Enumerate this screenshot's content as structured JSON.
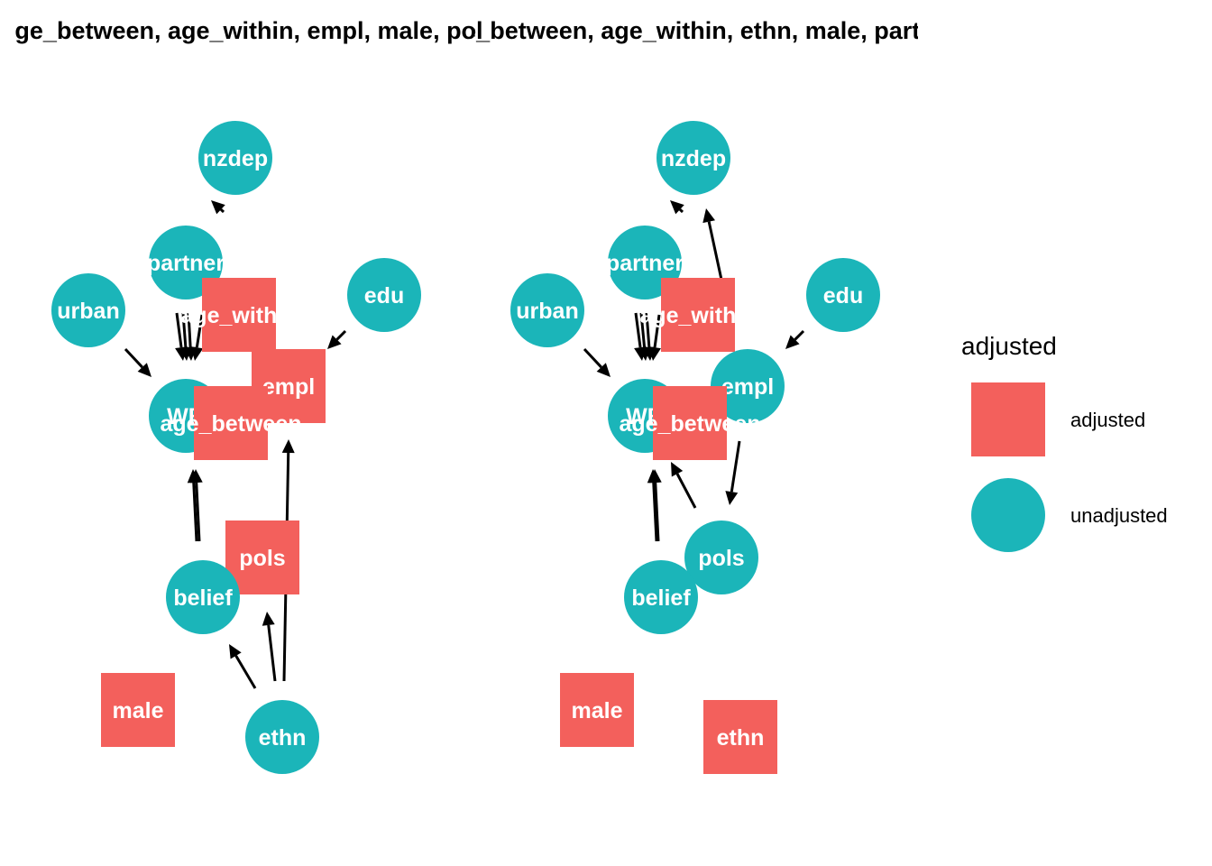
{
  "colors": {
    "adjusted": "#F3605C",
    "unadjusted": "#1BB5B9",
    "edge": "#000000",
    "label": "#ffffff"
  },
  "panels": [
    {
      "title": "age_between, age_within, empl, male, pols",
      "nodes": [
        {
          "id": "nzdep",
          "label": "nzdep",
          "status": "unadjusted"
        },
        {
          "id": "partner",
          "label": "partner",
          "status": "unadjusted"
        },
        {
          "id": "urban",
          "label": "urban",
          "status": "unadjusted"
        },
        {
          "id": "edu",
          "label": "edu",
          "status": "unadjusted"
        },
        {
          "id": "age_within",
          "label": "age_within",
          "status": "adjusted"
        },
        {
          "id": "empl",
          "label": "empl",
          "status": "adjusted"
        },
        {
          "id": "WB",
          "label": "WB",
          "status": "unadjusted"
        },
        {
          "id": "age_between",
          "label": "age_between",
          "status": "adjusted"
        },
        {
          "id": "pols",
          "label": "pols",
          "status": "adjusted"
        },
        {
          "id": "belief",
          "label": "belief",
          "status": "unadjusted"
        },
        {
          "id": "male",
          "label": "male",
          "status": "adjusted"
        },
        {
          "id": "ethn",
          "label": "ethn",
          "status": "unadjusted"
        }
      ]
    },
    {
      "title": "age_between, age_within, ethn, male, partner",
      "nodes": [
        {
          "id": "nzdep",
          "label": "nzdep",
          "status": "unadjusted"
        },
        {
          "id": "partner",
          "label": "partner",
          "status": "unadjusted"
        },
        {
          "id": "urban",
          "label": "urban",
          "status": "unadjusted"
        },
        {
          "id": "edu",
          "label": "edu",
          "status": "unadjusted"
        },
        {
          "id": "age_within",
          "label": "age_within",
          "status": "adjusted"
        },
        {
          "id": "empl",
          "label": "empl",
          "status": "unadjusted"
        },
        {
          "id": "WB",
          "label": "WB",
          "status": "unadjusted"
        },
        {
          "id": "age_between",
          "label": "age_between",
          "status": "adjusted"
        },
        {
          "id": "pols",
          "label": "pols",
          "status": "unadjusted"
        },
        {
          "id": "belief",
          "label": "belief",
          "status": "unadjusted"
        },
        {
          "id": "male",
          "label": "male",
          "status": "adjusted"
        },
        {
          "id": "ethn",
          "label": "ethn",
          "status": "adjusted"
        }
      ]
    }
  ],
  "legend": {
    "title": "adjusted",
    "items": [
      {
        "label": "adjusted",
        "shape": "square",
        "status": "adjusted"
      },
      {
        "label": "unadjusted",
        "shape": "circle",
        "status": "unadjusted"
      }
    ]
  }
}
